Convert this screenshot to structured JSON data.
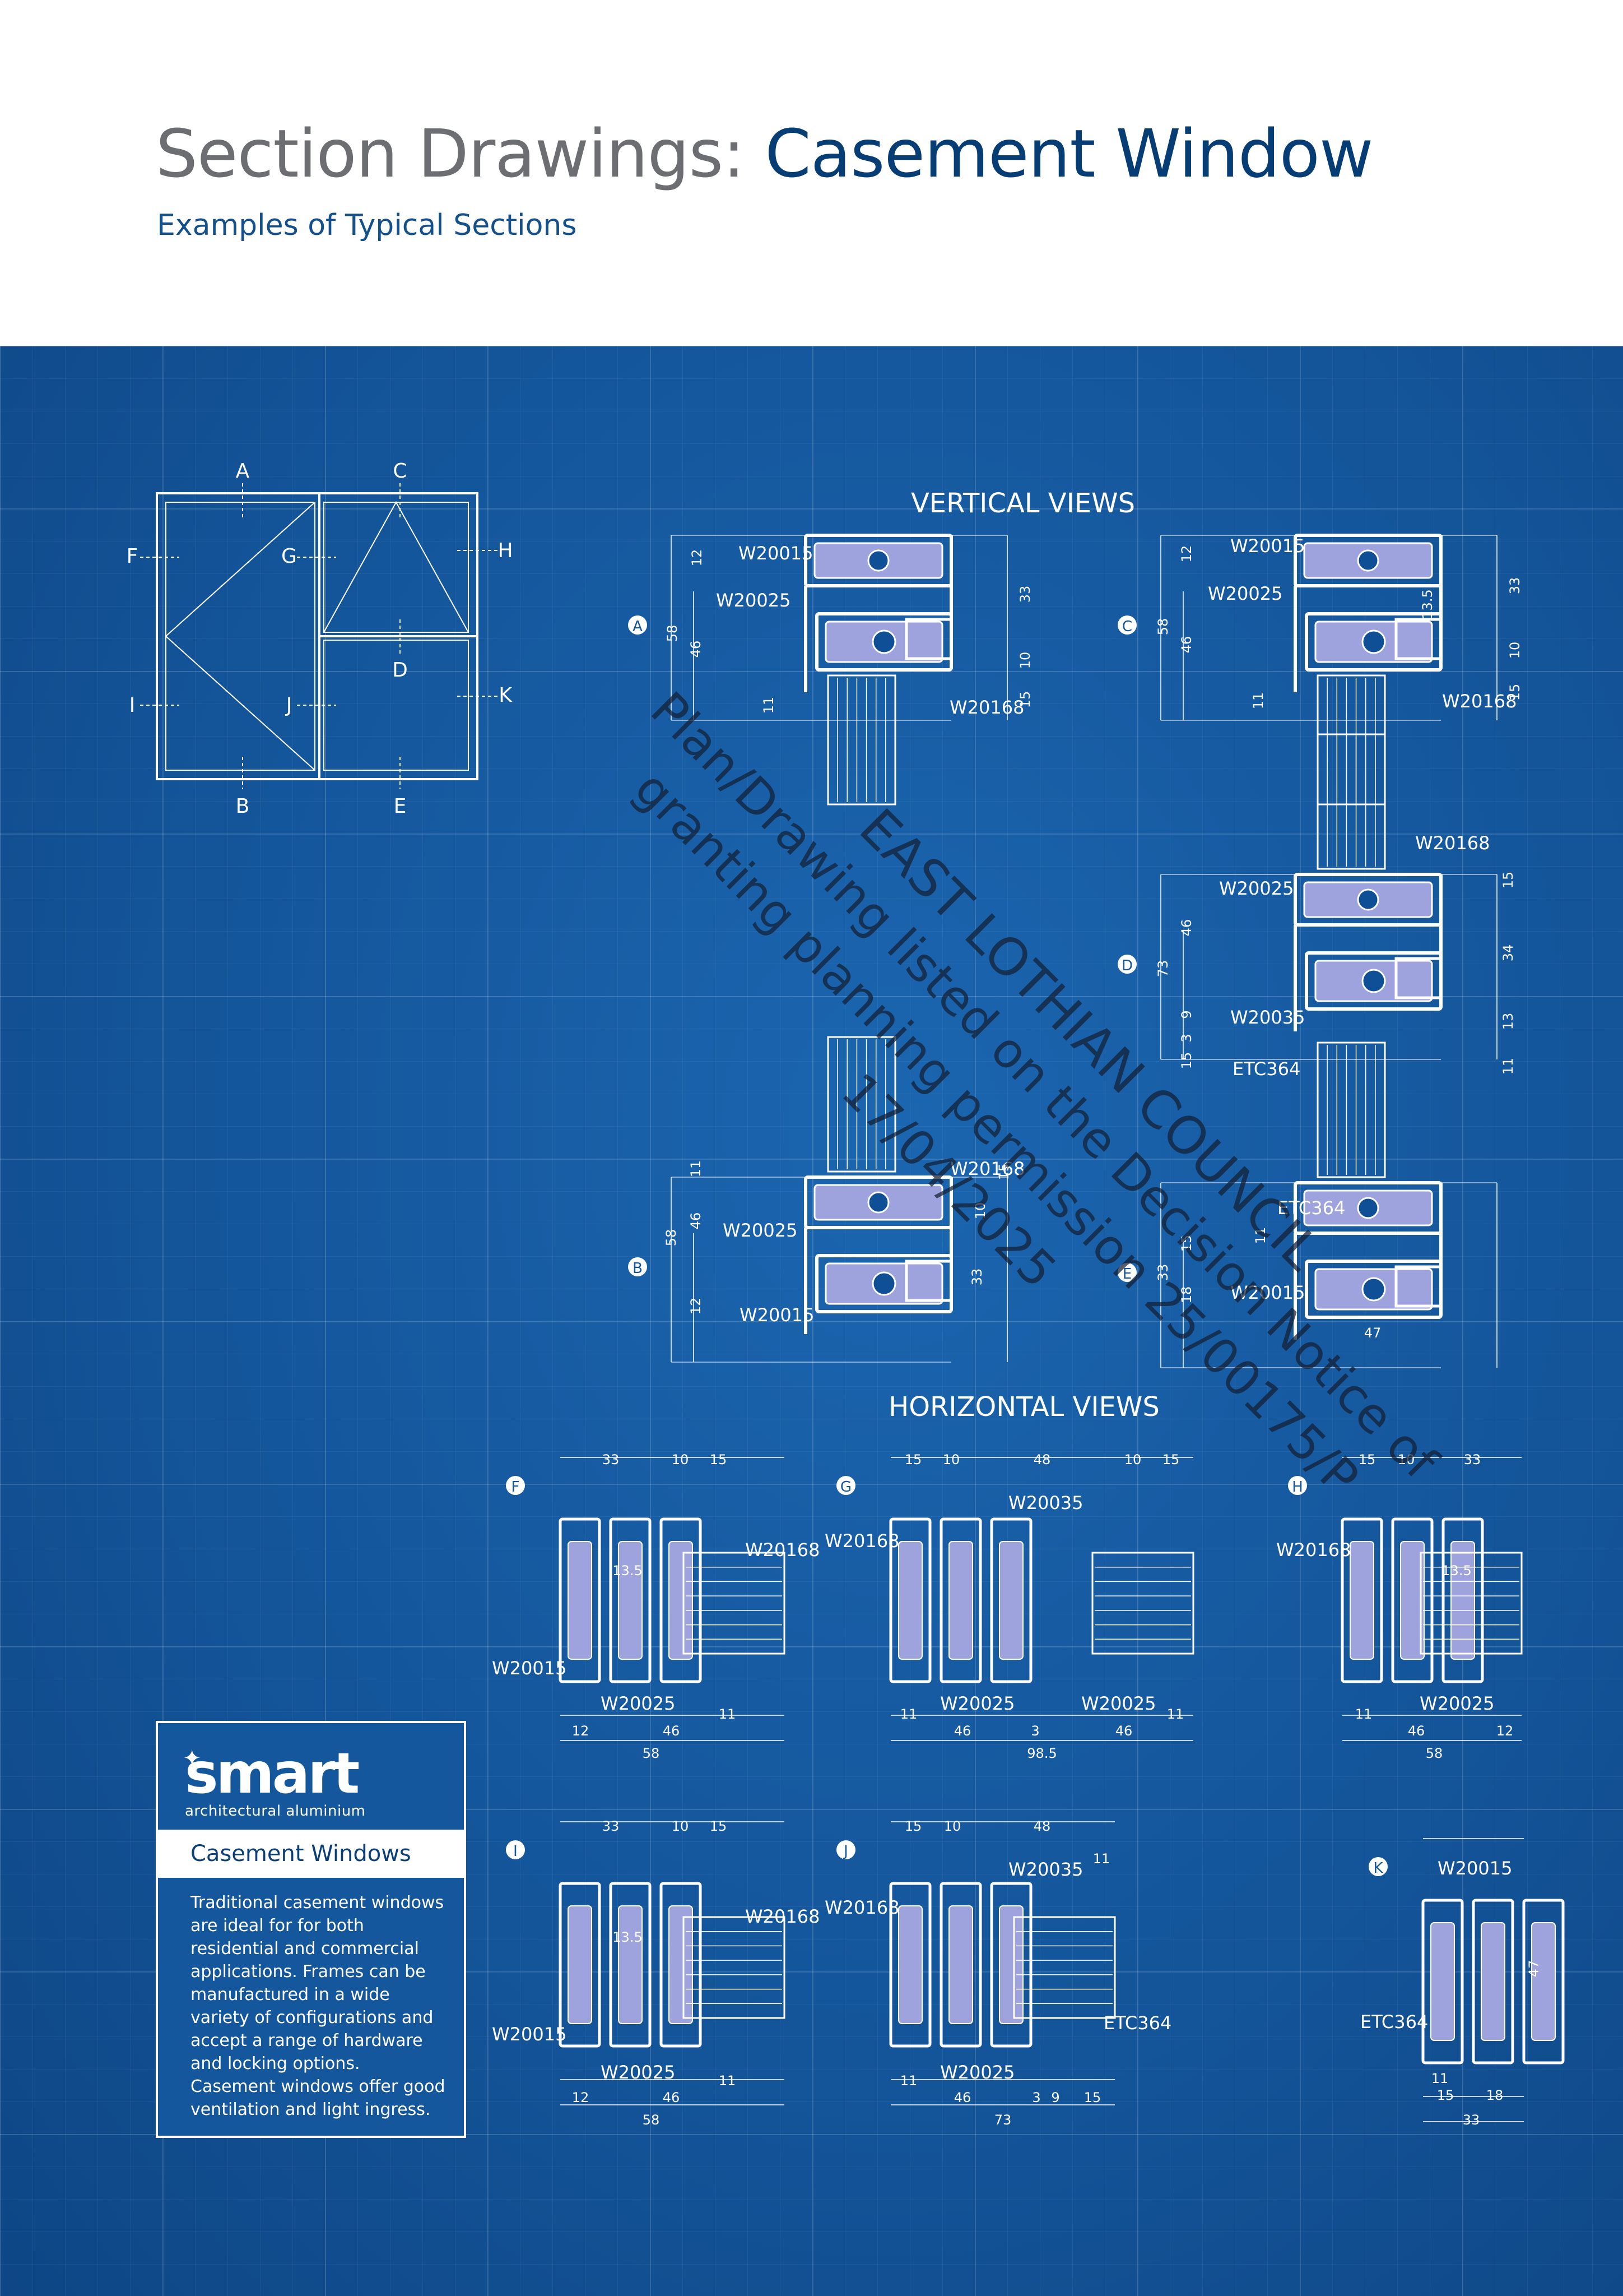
{
  "header": {
    "title_prefix": "Section Drawings: ",
    "title_main": "Casement Window",
    "subtitle": "Examples of Typical Sections"
  },
  "colors": {
    "background_blue": "#14559a",
    "title_blue": "#063d75",
    "title_grey": "#6d6e71",
    "profile_lavender": "#9fa3dd",
    "line_white": "#ffffff"
  },
  "elevation": {
    "letters": [
      "A",
      "B",
      "C",
      "D",
      "E",
      "F",
      "G",
      "H",
      "I",
      "J",
      "K"
    ]
  },
  "section_headings": {
    "vertical": "VERTICAL VIEWS",
    "horizontal": "HORIZONTAL VIEWS"
  },
  "sections": [
    {
      "id": "A",
      "labels": [
        "W20015",
        "W20025",
        "W20168"
      ],
      "dims": [
        "12",
        "58",
        "46",
        "33",
        "10",
        "15",
        "11"
      ]
    },
    {
      "id": "C",
      "labels": [
        "W20015",
        "W20025",
        "W20168"
      ],
      "dims": [
        "12",
        "58",
        "46",
        "13.5",
        "33",
        "10",
        "15",
        "11"
      ]
    },
    {
      "id": "D",
      "labels": [
        "W20168",
        "W20025",
        "W20035",
        "ETC364"
      ],
      "dims": [
        "46",
        "73",
        "9",
        "3",
        "15",
        "15",
        "34",
        "13",
        "11"
      ]
    },
    {
      "id": "B",
      "labels": [
        "W20168",
        "W20025",
        "W20015"
      ],
      "dims": [
        "11",
        "58",
        "46",
        "10",
        "15",
        "33",
        "12"
      ]
    },
    {
      "id": "E",
      "labels": [
        "ETC364",
        "W20015"
      ],
      "dims": [
        "33",
        "15",
        "18",
        "11",
        "47"
      ]
    },
    {
      "id": "F",
      "labels": [
        "W20168",
        "W20015",
        "W20025"
      ],
      "dims": [
        "33",
        "10",
        "15",
        "13.5",
        "12",
        "46",
        "11",
        "58"
      ]
    },
    {
      "id": "G",
      "labels": [
        "W20035",
        "W20168",
        "W20025",
        "W20025"
      ],
      "dims": [
        "15",
        "10",
        "48",
        "10",
        "15",
        "11",
        "46",
        "3",
        "46",
        "11",
        "98.5"
      ]
    },
    {
      "id": "H",
      "labels": [
        "W20168",
        "W20025"
      ],
      "dims": [
        "15",
        "10",
        "33",
        "13.5",
        "11",
        "46",
        "12",
        "58"
      ]
    },
    {
      "id": "I",
      "labels": [
        "W20168",
        "W20015",
        "W20025"
      ],
      "dims": [
        "33",
        "10",
        "15",
        "13.5",
        "12",
        "46",
        "11",
        "58"
      ]
    },
    {
      "id": "J",
      "labels": [
        "W20035",
        "W20168",
        "ETC364",
        "W20025"
      ],
      "dims": [
        "15",
        "10",
        "48",
        "11",
        "11",
        "46",
        "3",
        "9",
        "15",
        "73"
      ]
    },
    {
      "id": "K",
      "labels": [
        "W20015",
        "ETC364"
      ],
      "dims": [
        "47",
        "11",
        "15",
        "18",
        "33"
      ]
    }
  ],
  "info_box": {
    "logo_word": "smart",
    "logo_sub": "architectural aluminium",
    "heading": "Casement Windows",
    "body": "Traditional casement windows are ideal for for both residential and commercial applications. Frames can be manufactured in a wide variety of configurations and accept a range of hardware and locking options. Casement windows offer good ventilation and light ingress."
  },
  "stamp": {
    "line1": "EAST LOTHIAN COUNCIL",
    "line2": "Plan/Drawing listed on the Decision Notice of",
    "line3": "granting planning permission 25/00175/P",
    "line4": "17/04/2025"
  }
}
